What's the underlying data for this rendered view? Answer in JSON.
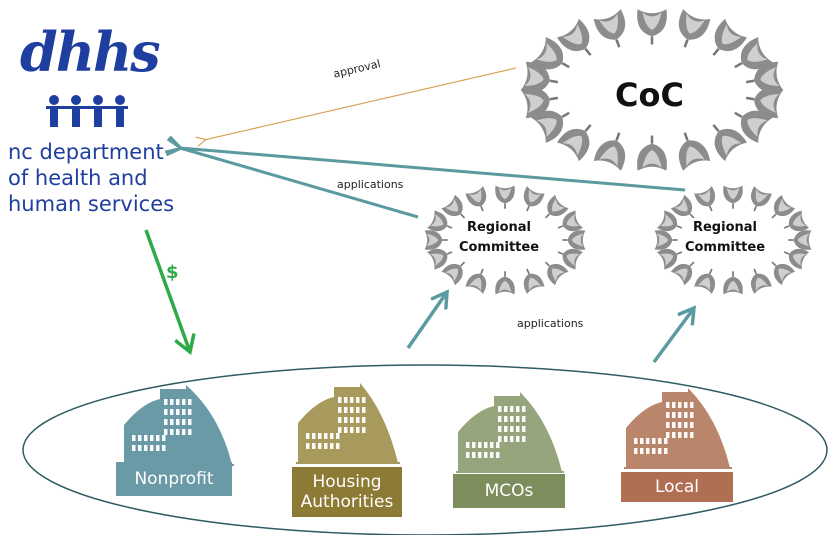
{
  "dhhs": {
    "logo_text": "dhhs",
    "name_lines": [
      "nc department",
      "of health and",
      "human services"
    ]
  },
  "coc": {
    "title": "CoC"
  },
  "regional_committees": [
    {
      "line1": "Regional",
      "line2": "Committee"
    },
    {
      "line1": "Regional",
      "line2": "Committee"
    }
  ],
  "arrow_labels": {
    "approval": "approval",
    "applications_top": "applications",
    "applications_bottom": "applications",
    "funding": "$"
  },
  "organizations": [
    {
      "label": "Nonprofit",
      "color": "#6a9aa6",
      "label_bg": "#6a9aa6"
    },
    {
      "label": "Housing Authorities",
      "line1": "Housing",
      "line2": "Authorities",
      "color": "#a79a5c",
      "label_bg": "#8d7a34"
    },
    {
      "label": "MCOs",
      "color": "#97a57c",
      "label_bg": "#7e8d5c"
    },
    {
      "label": "Local",
      "color": "#b9866c",
      "label_bg": "#b06f52"
    }
  ],
  "colors": {
    "dhhs_blue": "#1f3fa0",
    "teal_arrow": "#5b9aa0",
    "approval_arrow": "#d8a55a",
    "funding_arrow": "#2eab48",
    "ellipse_stroke": "#2f5b63"
  }
}
